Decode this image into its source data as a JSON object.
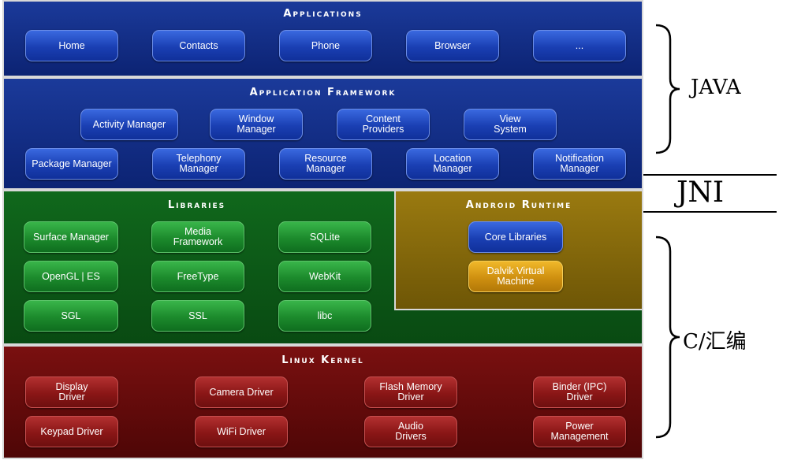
{
  "layers": {
    "applications": {
      "title": "Applications",
      "items": [
        "Home",
        "Contacts",
        "Phone",
        "Browser",
        "..."
      ]
    },
    "framework": {
      "title": "Application Framework",
      "row1": [
        "Activity Manager",
        "Window\nManager",
        "Content\nProviders",
        "View\nSystem"
      ],
      "row2": [
        "Package Manager",
        "Telephony\nManager",
        "Resource\nManager",
        "Location\nManager",
        "Notification\nManager"
      ]
    },
    "libraries": {
      "title": "Libraries",
      "items": [
        "Surface Manager",
        "Media\nFramework",
        "SQLite",
        "OpenGL | ES",
        "FreeType",
        "WebKit",
        "SGL",
        "SSL",
        "libc"
      ]
    },
    "runtime": {
      "title": "Android Runtime",
      "items": [
        "Core Libraries",
        "Dalvik Virtual\nMachine"
      ]
    },
    "kernel": {
      "title": "Linux Kernel",
      "items": [
        "Display\nDriver",
        "Camera Driver",
        "Flash Memory\nDriver",
        "Binder (IPC)\nDriver",
        "Keypad Driver",
        "WiFi Driver",
        "Audio\nDrivers",
        "Power\nManagement"
      ]
    }
  },
  "annotations": {
    "java": "JAVA",
    "jni": "JNI",
    "native": "C/汇编"
  },
  "colors": {
    "applications_bg": "#0f2a80",
    "framework_bg": "#0f2a80",
    "libraries_bg": "#0b5a16",
    "runtime_bg": "#8a6a08",
    "kernel_bg": "#6a0808"
  }
}
